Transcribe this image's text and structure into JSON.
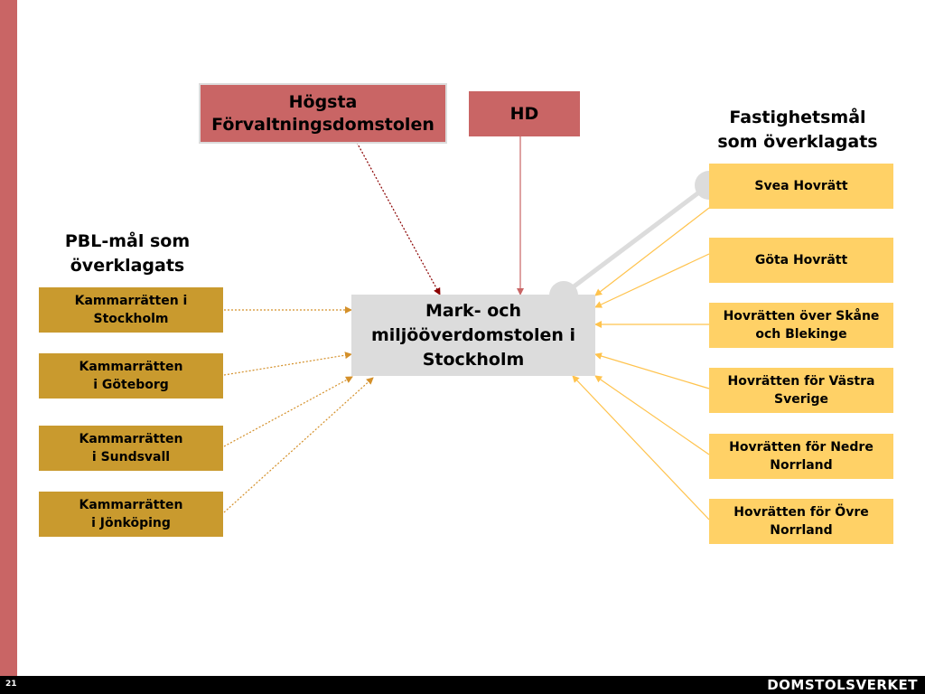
{
  "top": {
    "hfd_label": "Högsta Förvaltningsdomstolen",
    "hd_label": "HD"
  },
  "center": {
    "label": "Mark- och miljööverdomstolen i Stockholm"
  },
  "left": {
    "heading": "PBL-mål som överklagats",
    "courts": [
      "Kammarrätten i Stockholm",
      "Kammarrätten i Göteborg",
      "Kammarrätten i Sundsvall",
      "Kammarrätten i Jönköping"
    ]
  },
  "right": {
    "heading": "Fastighetsmål som överklagats",
    "courts": [
      "Svea Hovrätt",
      "Göta Hovrätt",
      "Hovrätten över Skåne och Blekinge",
      "Hovrätten för Västra Sverige",
      "Hovrätten för Nedre Norrland",
      "Hovrätten för Övre Norrland"
    ]
  },
  "footer": {
    "page_number": "21",
    "brand": "DOMSTOLSVERKET"
  },
  "colors": {
    "red_box": "#c96565",
    "gold_box": "#c99a2e",
    "yellow_box": "#ffd166",
    "center_box": "#dcdcdc",
    "footer": "#000000"
  }
}
